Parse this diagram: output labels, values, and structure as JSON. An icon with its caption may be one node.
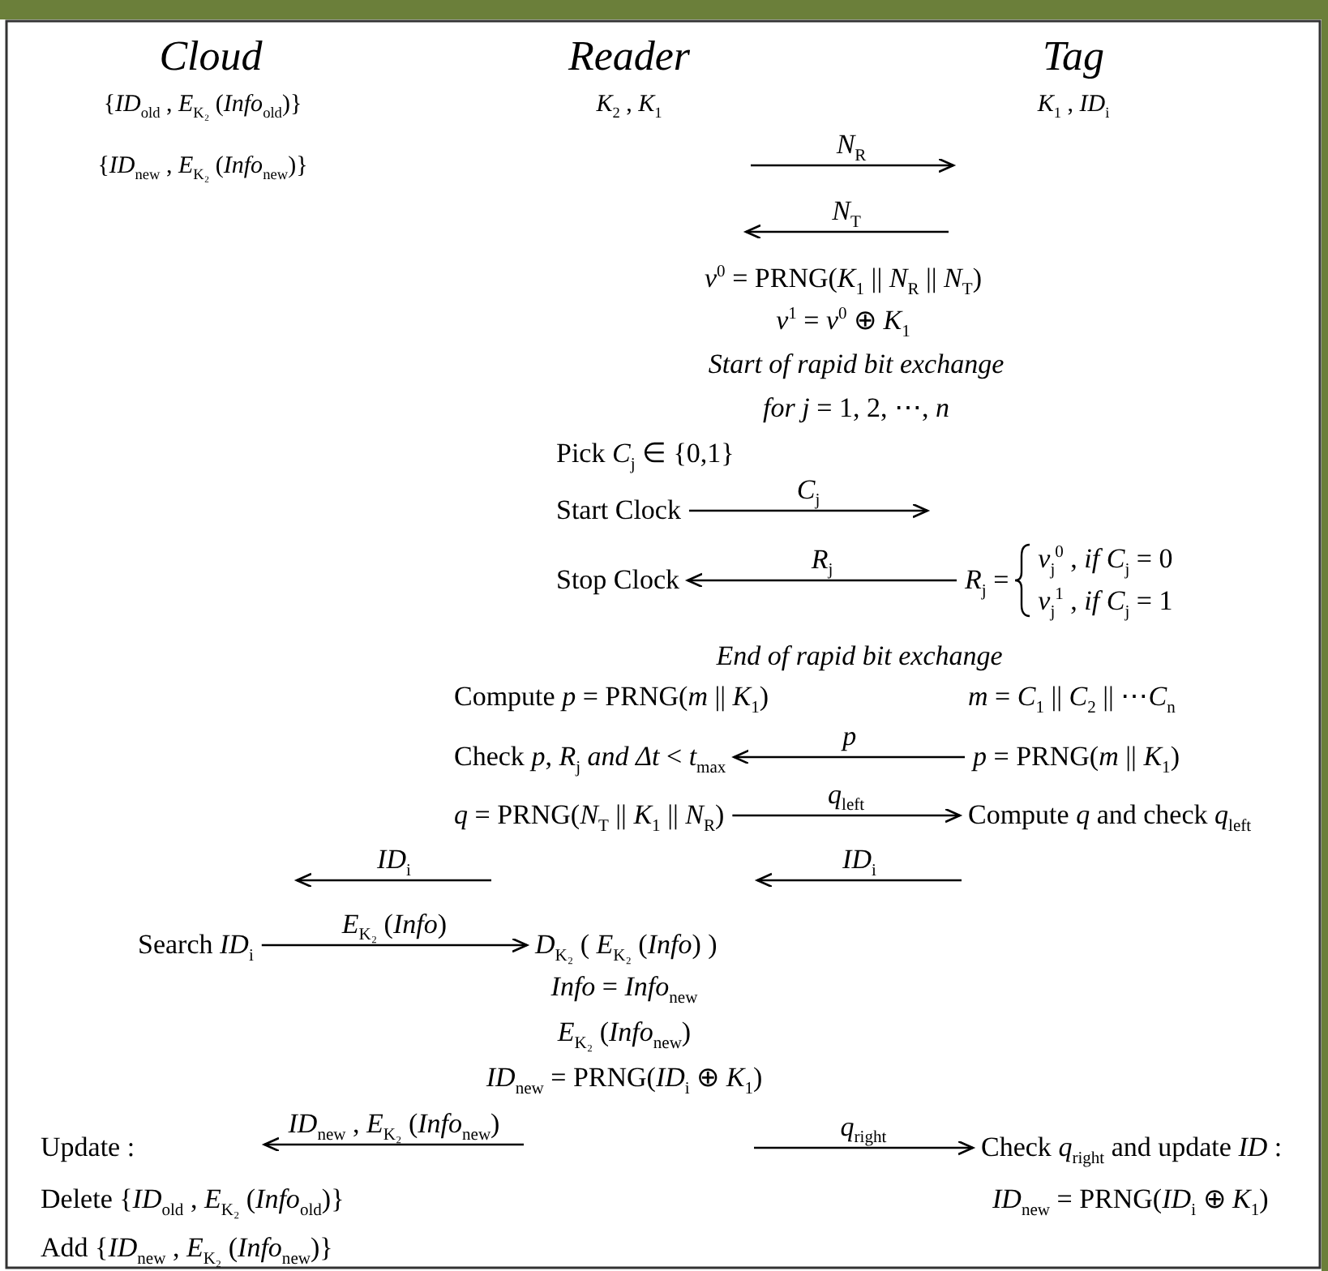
{
  "diagram": {
    "nodes": [
      {
        "text": [
          "Start Clock"
        ]
      },
      {
        "text": [
          "Stop Clock"
        ]
      },
      {
        "text": [
          "*R*$_{j}$ =",
          "*v*$_{j}$$^{0}$ , *if* *C*$_{j}$ = 0",
          "*v*$_{j}$$^{1}$ , *if* *C*$_{j}$ = 1"
        ]
      },
      {
        "text": [
          "Check *p*, *R*$_{j}$ *and* *Δt* < *t*$_{max}$"
        ]
      },
      {
        "text": [
          "*p* = PRNG(*m* || *K*$_{1}$)"
        ]
      },
      {
        "text": [
          "*q* = PRNG(*N*$_{T}$ || *K*$_{1}$ || *N*$_{R}$)"
        ]
      },
      {
        "text": [
          "Compute *q* and check *q*$_{left}$"
        ]
      },
      {
        "text": [
          "Search *ID*$_{i}$"
        ]
      },
      {
        "text": [
          "*D*$_{K₂}$ ( *E*$_{K₂}$ (*Info*) )"
        ]
      },
      {
        "text": [
          "Check *q*$_{right}$ and update *ID* :"
        ]
      }
    ],
    "edges": [
      {
        "from": 0,
        "to": null,
        "arrow": "to",
        "label": "*C*$_{j}$"
      },
      {
        "from": 2,
        "to": 1,
        "arrow": "to",
        "label": "*R*$_{j}$"
      },
      {
        "from": 4,
        "to": 3,
        "arrow": "to",
        "label": "*p*"
      },
      {
        "from": 5,
        "to": 6,
        "arrow": "to",
        "label": "*q*$_{left}$"
      },
      {
        "from": 7,
        "to": 8,
        "arrow": "to",
        "label": "*E*$_{K₂}$ (*Info*)"
      },
      {
        "from": null,
        "to": 9,
        "arrow": "to",
        "label": "*q*$_{right}$"
      }
    ],
    "labels": [
      "Cloud",
      "Reader",
      "Tag",
      "{*ID*$_{old}$ , *E*$_{K₂}$ (*Info*$_{old}$)}",
      "*K*$_{2}$ , *K*$_{1}$",
      "*K*$_{1}$ , *ID*$_{i}$",
      "*N*$_{R}$",
      "{*ID*$_{new}$ , *E*$_{K₂}$ (*Info*$_{new}$)}",
      "*N*$_{T}$",
      "*v*$^{0}$ = PRNG(*K*$_{1}$ || *N*$_{R}$ || *N*$_{T}$)",
      "*v*$^{1}$ = *v*$^{0}$ ⊕ *K*$_{1}$",
      "Start of rapid bit exchange",
      "*for* *j* = 1, 2, ⋯, *n*",
      "Pick *C*$_{j}$ ∈ {0,1}",
      "End of rapid bit exchange",
      "Compute *p* = PRNG(*m* || *K*$_{1}$)",
      "*m* = *C*$_{1}$ || *C*$_{2}$ || ⋯*C*$_{n}$",
      "*ID*$_{i}$",
      "*ID*$_{i}$",
      "*Info* = *Info*$_{new}$",
      "*E*$_{K₂}$ (*Info*$_{new}$)",
      "*ID*$_{new}$ = PRNG(*ID*$_{i}$ ⊕ *K*$_{1}$)",
      "*ID*$_{new}$ , *E*$_{K₂}$ (*Info*$_{new}$)",
      "Update :",
      "Delete {*ID*$_{old}$ , *E*$_{K₂}$ (*Info*$_{old}$)}",
      "*ID*$_{new}$ = PRNG(*ID*$_{i}$ ⊕ *K*$_{1}$)",
      "Add {*ID*$_{new}$ , *E*$_{K₂}$ (*Info*$_{new}$)}"
    ]
  }
}
